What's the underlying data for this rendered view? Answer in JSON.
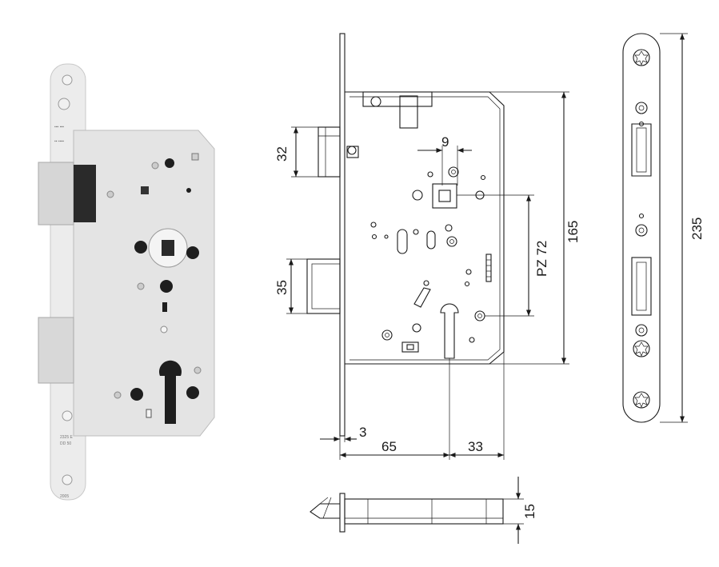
{
  "photo": {
    "forend_marks": [
      "2325 E",
      "DD 50",
      "2005"
    ]
  },
  "dimensions": {
    "backset_height_top_latch": "32",
    "latch_width": "9",
    "dim_35": "35",
    "pz": "PZ 72",
    "height_165": "165",
    "forend_length": "235",
    "forend_thickness": "3",
    "backset": "65",
    "case_right": "33",
    "depth_15": "15"
  },
  "colors": {
    "line": "#1a1a1a",
    "metal": "#e6e6e6",
    "hole": "#1c1c1c"
  }
}
